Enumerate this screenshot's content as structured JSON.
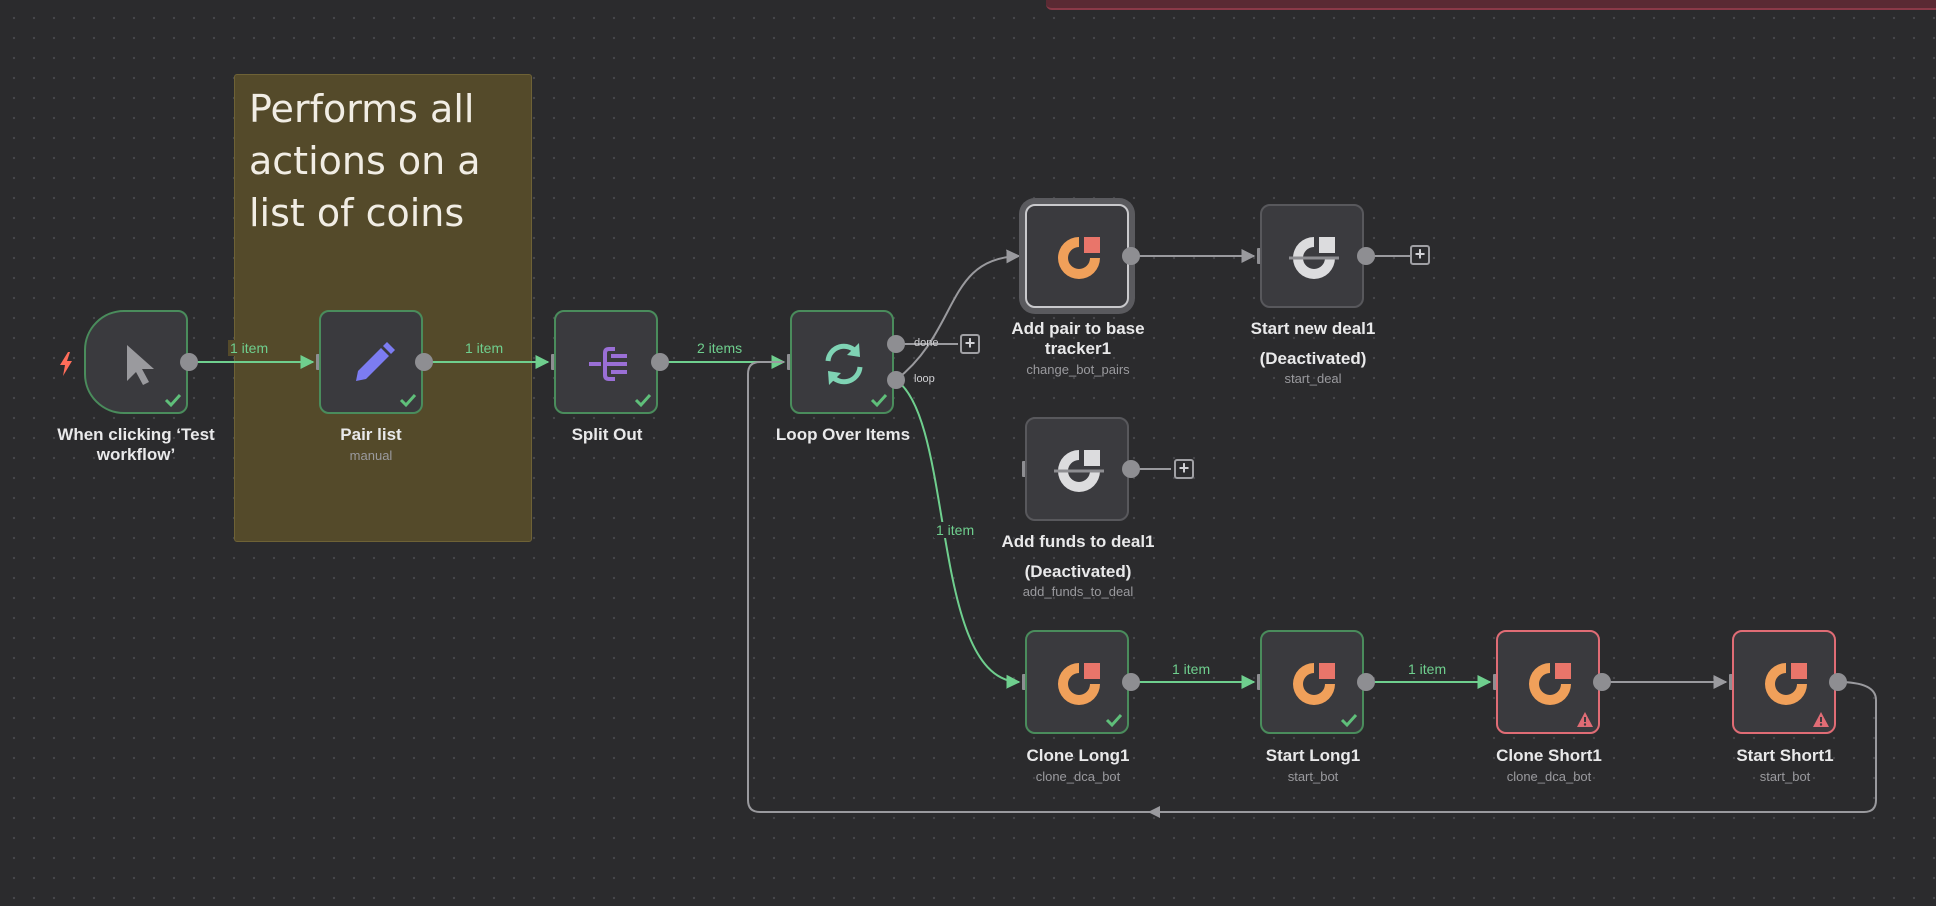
{
  "sticky_note": {
    "line1": "Performs all",
    "line2": "actions on a",
    "line3": "list of coins"
  },
  "nodes": {
    "trigger": {
      "title": "When clicking ‘Test",
      "title2": "workflow’",
      "icon": "cursor-icon",
      "status": "success"
    },
    "pair_list": {
      "title": "Pair list",
      "subtitle": "manual",
      "icon": "pencil-icon",
      "status": "success"
    },
    "split_out": {
      "title": "Split Out",
      "icon": "split-icon",
      "status": "success"
    },
    "loop": {
      "title": "Loop Over Items",
      "icon": "loop-icon",
      "status": "success",
      "port_done": "done",
      "port_loop": "loop"
    },
    "add_pair": {
      "title": "Add pair to base",
      "title2": "tracker1",
      "subtitle": "change_bot_pairs",
      "icon": "3commas-icon"
    },
    "start_new_deal": {
      "title": "Start new deal1",
      "title2": "(Deactivated)",
      "subtitle": "start_deal",
      "icon": "3commas-icon",
      "status": "deactivated"
    },
    "add_funds": {
      "title": "Add funds to deal1",
      "title2": "(Deactivated)",
      "subtitle": "add_funds_to_deal",
      "icon": "3commas-icon",
      "status": "deactivated"
    },
    "clone_long": {
      "title": "Clone Long1",
      "subtitle": "clone_dca_bot",
      "icon": "3commas-icon",
      "status": "success"
    },
    "start_long": {
      "title": "Start Long1",
      "subtitle": "start_bot",
      "icon": "3commas-icon",
      "status": "success"
    },
    "clone_short": {
      "title": "Clone Short1",
      "subtitle": "clone_dca_bot",
      "icon": "3commas-icon",
      "status": "error"
    },
    "start_short": {
      "title": "Start Short1",
      "subtitle": "start_bot",
      "icon": "3commas-icon",
      "status": "error"
    }
  },
  "edges": {
    "trigger_to_pair": "1 item",
    "pair_to_split": "1 item",
    "split_to_loop": "2 items",
    "loop_to_clone_long": "1 item",
    "clone_long_to_start_long": "1 item",
    "start_long_to_clone_short": "1 item"
  },
  "colors": {
    "canvas": "#2b2b2d",
    "success": "#4a8c5c",
    "edge_active": "#6fcf8e",
    "error": "#e06c75",
    "brand_orange": "#f0a05a",
    "brand_red": "#e9756a",
    "sticky": "#544a2a"
  }
}
